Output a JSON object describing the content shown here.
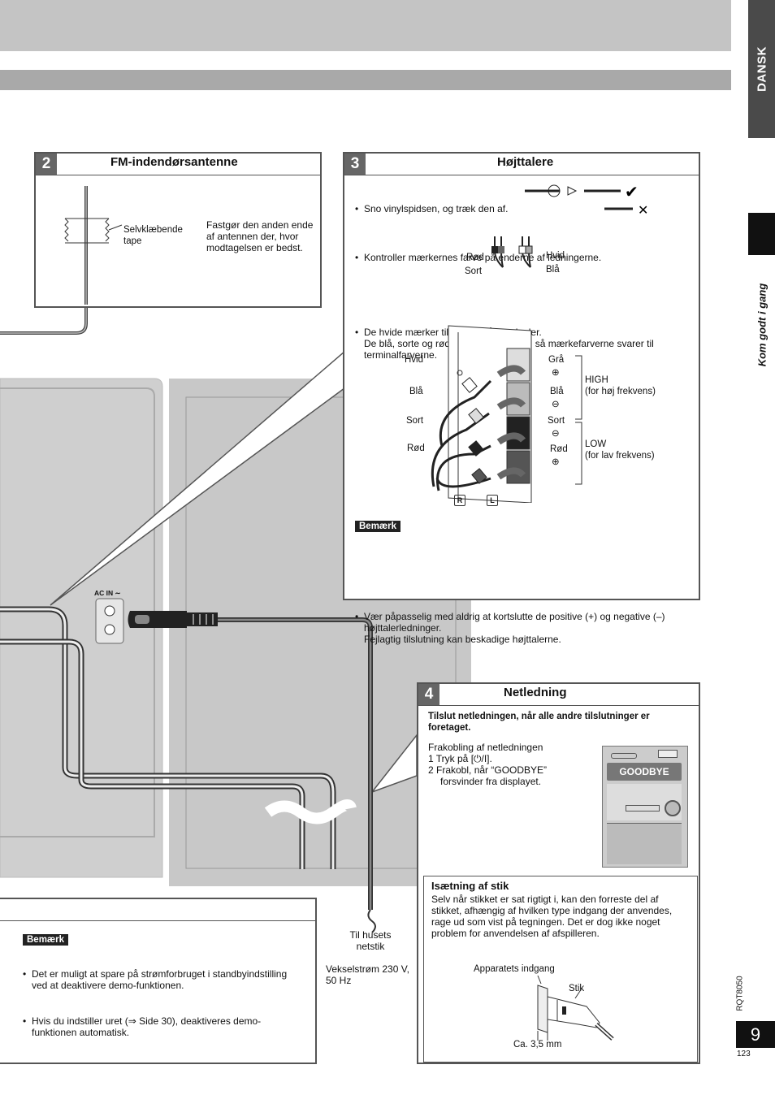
{
  "side": {
    "language_tab": "DANSK",
    "section_label": "Kom godt i gang",
    "doc_code": "RQT8050",
    "page_number": "9",
    "sub_page": "123"
  },
  "fm_box": {
    "number": "2",
    "title": "FM-indendørsantenne",
    "tape_label": "Selvklæbende tape",
    "instruction": "Fastgør den anden ende af antennen der, hvor modtagelsen er bedst."
  },
  "speaker_box": {
    "number": "3",
    "title": "Højttalere",
    "bullet1": "Sno vinylspidsen, og træk den af.",
    "bullet2": "Kontroller mærkernes farve på enderne af ledningerne.",
    "wire_labels": {
      "rod": "Rød",
      "sort": "Sort",
      "hvid": "Hvid",
      "bla": "Blå"
    },
    "bullet3_line1": "De hvide mærker tilsluttes grå terminaler.",
    "bullet3_line2": "De blå, sorte og røde mærker tilsluttes, så mærkefarverne svarer til terminalfarverne.",
    "left_labels": [
      "Hvid",
      "Blå",
      "Sort",
      "Rød"
    ],
    "right_labels": [
      "Grå",
      "Blå",
      "Sort",
      "Rød"
    ],
    "high": "HIGH",
    "high_desc": "(for høj frekvens)",
    "low": "LOW",
    "low_desc": "(for lav frekvens)",
    "channel_r": "R",
    "channel_l": "L",
    "note_tag": "Bemærk",
    "note_line1": "Vær påpasselig med aldrig at kortslutte de positive (+) og negative (–) højttalerledninger.",
    "note_line2": "Fejlagtig tilslutning kan beskadige højttalerne."
  },
  "device": {
    "ac_in": "AC IN ∼"
  },
  "power_box": {
    "number": "4",
    "title": "Netledning",
    "bold_text": "Tilslut netledningen, når alle andre tilslutninger er foretaget.",
    "disconnect_title": "Frakobling af netledningen",
    "step1": "1  Tryk på [⏻/I].",
    "step2": "2  Frakobl, når “GOODBYE” forsvinder fra displayet.",
    "display_text": "GOODBYE",
    "plug_title": "Isætning af stik",
    "plug_text": "Selv når stikket er sat rigtigt i, kan den forreste del af stikket, afhængig af hvilken type indgang der anvendes, rage ud som vist på tegningen. Det er dog ikke noget problem for anvendelsen af afspilleren.",
    "inlet_label": "Apparatets indgang",
    "plug_label": "Stik",
    "gap_label": "Ca. 3,5 mm"
  },
  "outlet": {
    "label_line1": "Til husets",
    "label_line2": "netstik",
    "spec_line1": "Vekselstrøm 230 V,",
    "spec_line2": "50 Hz"
  },
  "bottom_note": {
    "tag": "Bemærk",
    "item1": "Det er muligt at spare på strømforbruget i standbyindstilling ved at deaktivere demo-funktionen.",
    "item2": "Hvis du indstiller uret  (⇒ Side 30), deaktiveres demo-funktionen automatisk."
  }
}
